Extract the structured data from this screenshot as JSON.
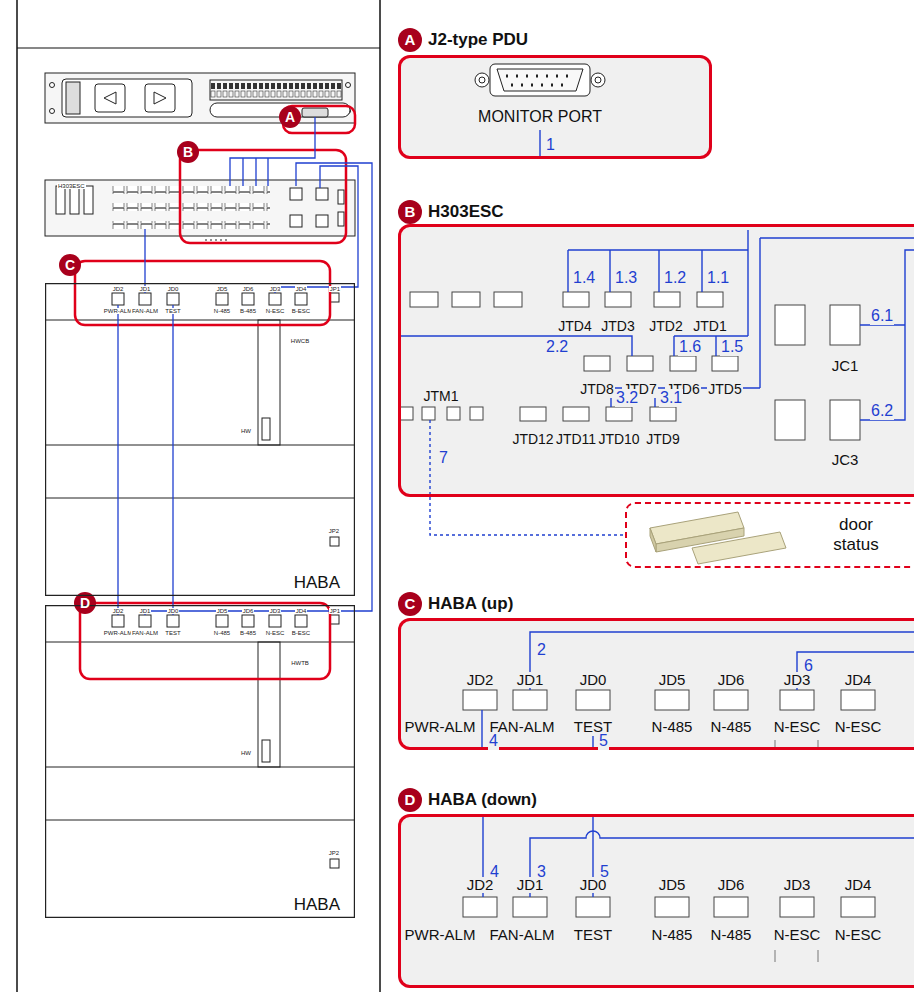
{
  "diagram": {
    "nodes": [
      {
        "text": [
          "A"
        ]
      },
      {
        "text": [
          "B"
        ]
      },
      {
        "text": [
          "C"
        ]
      },
      {
        "text": [
          "D"
        ]
      },
      {
        "text": [
          "HABA"
        ]
      },
      {
        "text": [
          "HABA"
        ]
      },
      {
        "text": [
          "A"
        ]
      },
      {
        "text": [
          "J2-type PDU",
          "MONITOR PORT"
        ]
      },
      {
        "text": [
          "B"
        ]
      },
      {
        "text": [
          "H303ESC"
        ]
      },
      {
        "text": [
          "C"
        ]
      },
      {
        "text": [
          "HABA (up)"
        ]
      },
      {
        "text": [
          "D"
        ]
      },
      {
        "text": [
          "HABA (down)"
        ]
      },
      {
        "text": [
          "door status"
        ]
      }
    ],
    "edges": [
      {
        "from": 9,
        "to": 14,
        "arrow": "none"
      }
    ],
    "labels": [
      "H303ESC",
      "JD2",
      "JD1",
      "JD0",
      "JD5",
      "JD6",
      "JD3",
      "JD4",
      "JP1",
      "PWR-ALM",
      "FAN-ALM",
      "TEST",
      "N-485",
      "B-485",
      "N-ESC",
      "B-ESC",
      "HWCB",
      "HW",
      "JP2",
      "JD2",
      "JD1",
      "JD0",
      "JD5",
      "JD6",
      "JD3",
      "JD4",
      "JP1",
      "PWR-ALM",
      "FAN-ALM",
      "TEST",
      "N-485",
      "B-485",
      "N-ESC",
      "B-ESC",
      "HWTB",
      "HW",
      "JP2",
      "1",
      "1.4",
      "1.3",
      "1.2",
      "1.1",
      "JTD4",
      "JTD3",
      "JTD2",
      "JTD1",
      "6.1",
      "JC1",
      "2.2",
      "1.6",
      "1.5",
      "JTD8",
      "JTD7",
      "JTD6",
      "JTD5",
      "JTM1",
      "3.2",
      "3.1",
      "JTD12",
      "JTD11",
      "JTD10",
      "JTD9",
      "6.2",
      "JC3",
      "7",
      "2",
      "6",
      "JD2",
      "JD1",
      "JD0",
      "JD5",
      "JD6",
      "JD3",
      "JD4",
      "PWR-ALM",
      "FAN-ALM",
      "TEST",
      "N-485",
      "N-485",
      "N-ESC",
      "N-ESC",
      "4",
      "5",
      "4",
      "3",
      "5",
      "JD2",
      "JD1",
      "JD0",
      "JD5",
      "JD6",
      "JD3",
      "JD4",
      "PWR-ALM",
      "FAN-ALM",
      "TEST",
      "N-485",
      "N-485",
      "N-ESC",
      "N-ESC"
    ]
  }
}
